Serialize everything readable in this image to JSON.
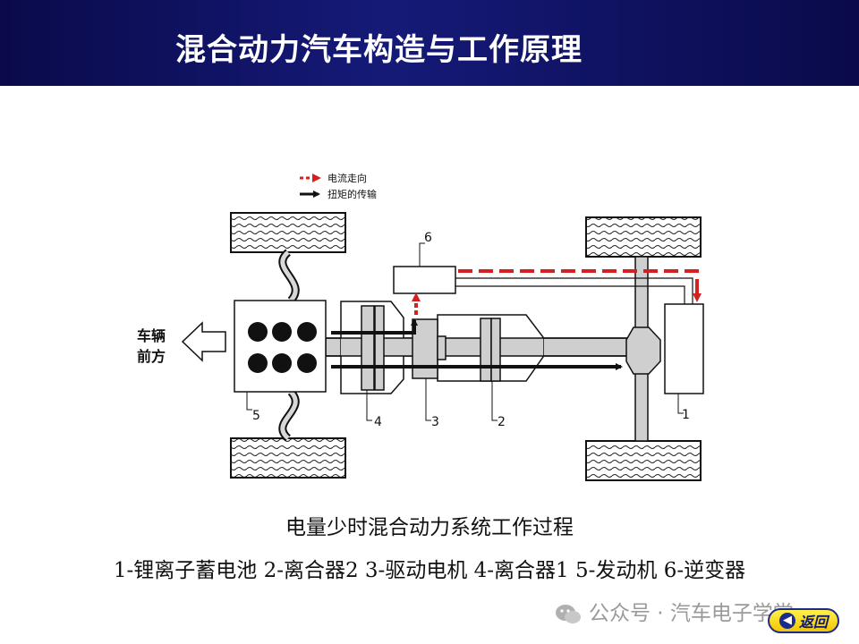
{
  "slide": {
    "title": "混合动力汽车构造与工作原理",
    "caption_title": "电量少时混合动力系统工作过程",
    "caption_components": "1-锂离子蓄电池 2-离合器2  3-驱动电机 4-离合器1 5-发动机 6-逆变器"
  },
  "diagram": {
    "legend": {
      "current_flow": "电流走向",
      "torque_transfer": "扭矩的传输"
    },
    "direction_label_line1": "车辆",
    "direction_label_line2": "前方",
    "component_numbers": {
      "battery": "1",
      "clutch2": "2",
      "motor": "3",
      "clutch1": "4",
      "engine": "5",
      "inverter": "6"
    },
    "colors": {
      "current_flow": "#d42020",
      "torque": "#111111",
      "shaft": "#cfcfcf"
    }
  },
  "watermark": {
    "text": "公众号 · 汽车电子学堂"
  },
  "nav": {
    "back_label": "返回",
    "back_icon": "left-arrow-icon"
  }
}
